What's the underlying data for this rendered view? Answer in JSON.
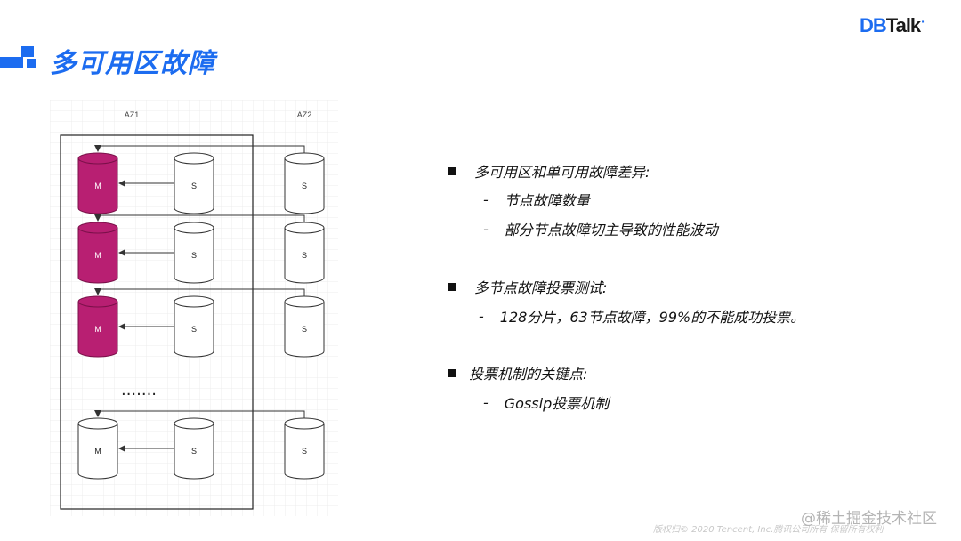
{
  "header": {
    "title": "多可用区故障",
    "logo_db": "DB",
    "logo_talk": "Talk",
    "logo_dot": "·"
  },
  "diagram": {
    "az1_label": "AZ1",
    "az2_label": "AZ2",
    "ellipsis": ".......",
    "colors": {
      "master_fill": "#b81f72",
      "master_stroke": "#7a1049",
      "plain_fill": "#ffffff",
      "accent": "#1c6cf0"
    },
    "groups": [
      {
        "master": "M",
        "slave_az1": "S",
        "slave_az2": "S",
        "master_highlight": true
      },
      {
        "master": "M",
        "slave_az1": "S",
        "slave_az2": "S",
        "master_highlight": true
      },
      {
        "master": "M",
        "slave_az1": "S",
        "slave_az2": "S",
        "master_highlight": true
      },
      {
        "master": "M",
        "slave_az1": "S",
        "slave_az2": "S",
        "master_highlight": false
      }
    ]
  },
  "content": {
    "sections": [
      {
        "heading": "多可用区和单可用故障差异:",
        "items": [
          "节点故障数量",
          "部分节点故障切主导致的性能波动"
        ]
      },
      {
        "heading": "多节点故障投票测试:",
        "items": [
          "128分片，63节点故障，99%的不能成功投票。"
        ]
      },
      {
        "heading": "投票机制的关键点:",
        "items": [
          "Gossip投票机制"
        ]
      }
    ],
    "dash": "-"
  },
  "footer": {
    "copyright": "版权归© 2020 Tencent, Inc.腾讯公司所有 保留所有权利",
    "watermark": "@稀土掘金技术社区"
  }
}
